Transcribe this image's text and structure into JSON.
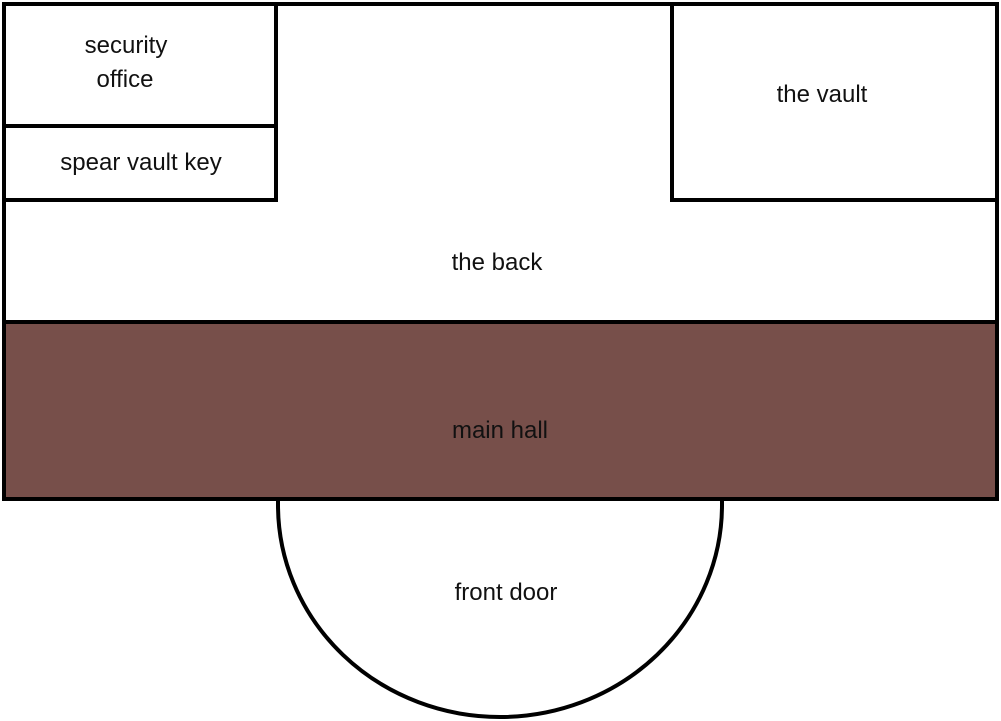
{
  "floor_plan": {
    "colors": {
      "wall": "#000000",
      "room_fill": "#ffffff",
      "main_hall_fill": "#774f4a",
      "text": "#111111"
    },
    "rooms": {
      "security_office": {
        "line1": "security",
        "line2": "office"
      },
      "spear_vault_key": {
        "label": "spear vault key"
      },
      "the_vault": {
        "label": "the vault"
      },
      "the_back": {
        "label": "the back"
      },
      "main_hall": {
        "label": "main hall"
      },
      "front_door": {
        "label": "front door"
      }
    }
  }
}
